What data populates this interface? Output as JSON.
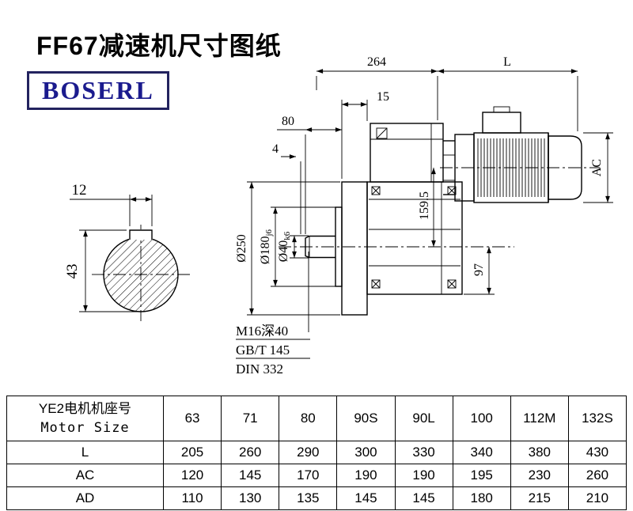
{
  "page": {
    "title": "FF67减速机尺寸图纸",
    "logo_text": "BOSERL"
  },
  "drawing": {
    "dims": {
      "top_width": "264",
      "motor_length": "L",
      "flange_thickness": "15",
      "shaft_length": "80",
      "gap": "4",
      "motor_diameter": "AC",
      "keyway_width": "12",
      "keyway_depth": "43",
      "flange_od": "Ø250",
      "spigot": {
        "main": "Ø180",
        "sub": "j6"
      },
      "shaft_dia": {
        "main": "Ø40",
        "sub": "k6"
      },
      "center_height": "159.5",
      "bottom_height": "97"
    },
    "notes": {
      "thread": "M16深40",
      "standard1": "GB/T 145",
      "standard2": "DIN 332"
    }
  },
  "table": {
    "motor_label_cn": "YE2电机机座号",
    "motor_label_en": "Motor Size",
    "sizes": [
      "63",
      "71",
      "80",
      "90S",
      "90L",
      "100",
      "112M",
      "132S"
    ],
    "rows": [
      {
        "label": "L",
        "values": [
          "205",
          "260",
          "290",
          "300",
          "330",
          "340",
          "380",
          "430"
        ]
      },
      {
        "label": "AC",
        "values": [
          "120",
          "145",
          "170",
          "190",
          "190",
          "195",
          "230",
          "260"
        ]
      },
      {
        "label": "AD",
        "values": [
          "110",
          "130",
          "135",
          "145",
          "145",
          "180",
          "215",
          "210"
        ]
      }
    ]
  }
}
